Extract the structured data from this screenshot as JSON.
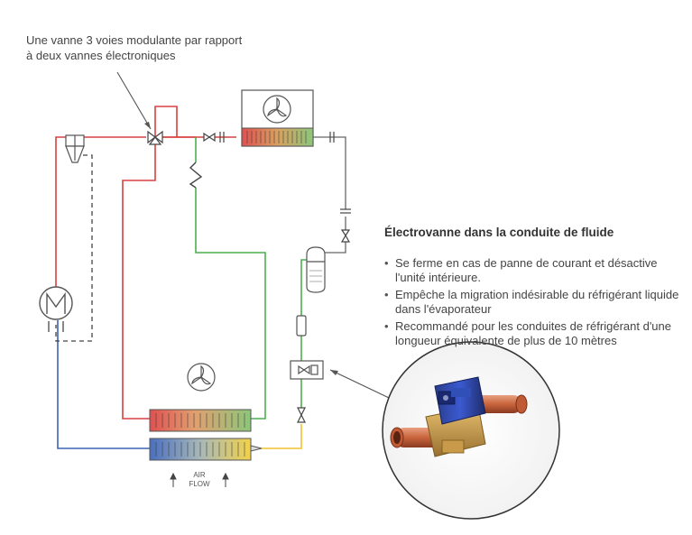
{
  "callout": {
    "line1": "Une vanne 3 voies modulante par rapport",
    "line2": "à deux vannes électroniques"
  },
  "info": {
    "title": "Électrovanne dans la conduite de fluide",
    "bullets": [
      "Se ferme en cas de panne de courant et désactive l'unité intérieure.",
      "Empêche la migration indésirable du réfrigérant liquide dans l'évaporateur",
      "Recommandé pour les conduites de réfrigérant d'une longueur équivalente de plus de 10 mètres"
    ]
  },
  "airflow": {
    "line1": "AIR",
    "line2": "FLOW"
  },
  "colors": {
    "hot_gas": "#d94040",
    "cold_gas": "#3b64b0",
    "liquid": "#4caf50",
    "liquid_sub": "#f2c230",
    "outline": "#555555",
    "dashed": "#444444"
  },
  "icons": [
    "fan-icon",
    "compressor-icon",
    "solenoid-valve-photo",
    "oil-separator-icon",
    "receiver-icon"
  ]
}
